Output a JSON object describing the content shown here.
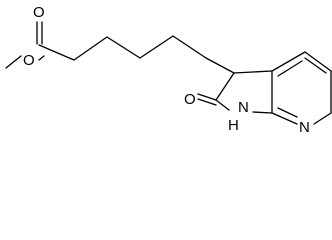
{
  "molecule": {
    "atoms": {
      "carbonyl_oxygen": "O",
      "ester_oxygen": "O",
      "lactam_oxygen": "O",
      "lactam_nitrogen": "N",
      "lactam_hydrogen": "H",
      "pyridine_nitrogen": "N"
    }
  }
}
